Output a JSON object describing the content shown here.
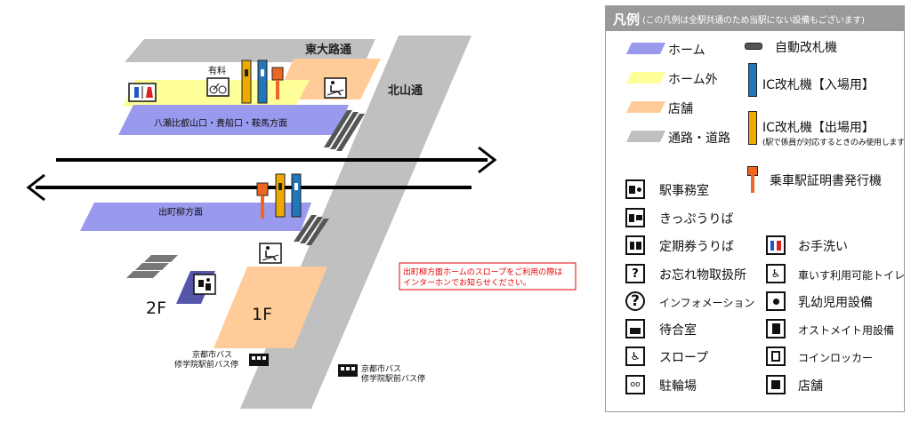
{
  "map": {
    "streets": {
      "higashioji": "東大路通",
      "kitayama": "北山通"
    },
    "labels": {
      "paid_area": "有料",
      "platform_upbound": "八瀬比叡山口・貴船口・鞍馬方面",
      "platform_downbound": "出町柳方面",
      "floor_2f": "2F",
      "floor_1f": "1F"
    },
    "notice": {
      "line1": "出町柳方面ホームのスロープをご利用の際は",
      "line2": "インターホンでお知らせください。"
    },
    "bus_stops": [
      {
        "line1": "京都市バス",
        "line2": "修学院駅前バス停"
      },
      {
        "line1": "京都市バス",
        "line2": "修学院駅前バス停"
      }
    ]
  },
  "legend": {
    "title": "凡例",
    "subtitle": "(この凡例は全駅共通のため当駅にない設備もございます)",
    "swatches": [
      {
        "label": "ホーム",
        "color": "#9999ee"
      },
      {
        "label": "ホーム外",
        "color": "#ffff99"
      },
      {
        "label": "店舗",
        "color": "#ffcc99"
      },
      {
        "label": "通路・道路",
        "color": "#c0c0c0"
      }
    ],
    "gates": {
      "auto_gate": "自動改札機",
      "ic_entry": "IC改札機【入場用】",
      "ic_exit": "IC改札機【出場用】",
      "ic_exit_note": "(駅で係員が対応するときのみ使用します)",
      "certificate": "乗車駅証明書発行機"
    },
    "facilities": {
      "station_office": "駅事務室",
      "ticket_office": "きっぷうりば",
      "commuter_pass": "定期券うりば",
      "lost_found": "お忘れ物取扱所",
      "information": "インフォメーション",
      "waiting_room": "待合室",
      "slope": "スロープ",
      "bicycle_parking": "駐輪場",
      "restroom": "お手洗い",
      "accessible_toilet": "車いす利用可能トイレ",
      "baby_room": "乳幼児用設備",
      "ostomate": "オストメイト用設備",
      "coin_locker": "コインロッカー",
      "shop": "店舗"
    }
  },
  "colors": {
    "platform": "#9999ee",
    "outside_platform": "#ffff99",
    "shop": "#ffcc99",
    "road": "#c0c0c0",
    "ic_entry": "#2277bb",
    "ic_exit": "#eeaa00",
    "certificate_machine": "#ee6622",
    "notice_red": "#e60000"
  }
}
